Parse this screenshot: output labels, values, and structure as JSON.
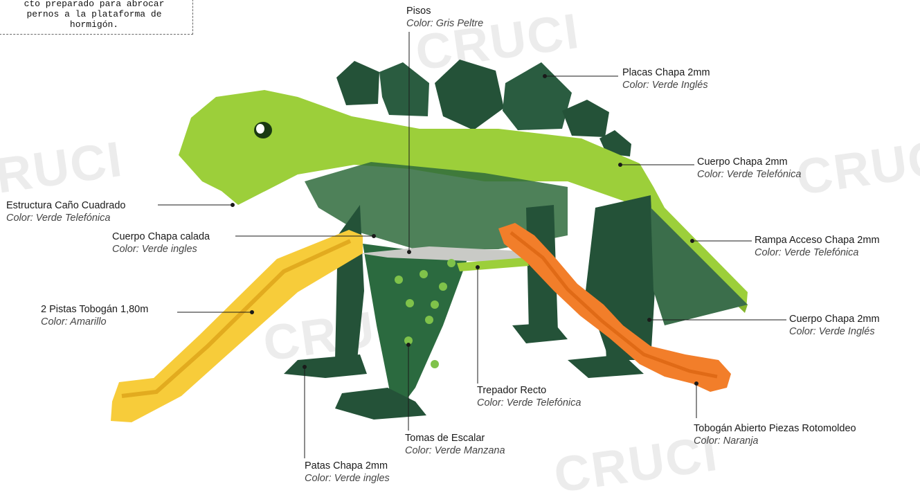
{
  "note": {
    "line1": "cto preparado para abrocar",
    "line2": "pernos a la plataforma de",
    "line3": "hormigón."
  },
  "watermark": "CRUCI",
  "colors": {
    "verde_telefonica": "#9ccf3a",
    "verde_ingles": "#245238",
    "naranja": "#f27e2a",
    "amarillo": "#f7cc3a",
    "gris_peltre": "#c9cac6"
  },
  "labels": {
    "pisos": {
      "title": "Pisos",
      "color": "Color: Gris Peltre"
    },
    "placas": {
      "title": "Placas Chapa 2mm",
      "color": "Color: Verde Inglés"
    },
    "cuerpo_top": {
      "title": "Cuerpo Chapa 2mm",
      "color": "Color: Verde Telefónica"
    },
    "estructura": {
      "title": "Estructura Caño Cuadrado",
      "color": "Color: Verde Telefónica"
    },
    "calada": {
      "title": "Cuerpo Chapa calada",
      "color": "Color: Verde ingles"
    },
    "rampa": {
      "title": "Rampa Acceso Chapa 2mm",
      "color": "Color: Verde Telefónica"
    },
    "pistas": {
      "title": "2 Pistas Tobogán 1,80m",
      "color": "Color: Amarillo"
    },
    "cuerpo_bottom": {
      "title": "Cuerpo Chapa 2mm",
      "color": "Color: Verde Inglés"
    },
    "trepador": {
      "title": "Trepador Recto",
      "color": "Color: Verde Telefónica"
    },
    "tobogan": {
      "title": "Tobogán Abierto Piezas Rotomoldeo",
      "color": "Color: Naranja"
    },
    "tomas": {
      "title": "Tomas de Escalar",
      "color": "Color: Verde Manzana"
    },
    "patas": {
      "title": "Patas Chapa 2mm",
      "color": "Color: Verde ingles"
    }
  }
}
